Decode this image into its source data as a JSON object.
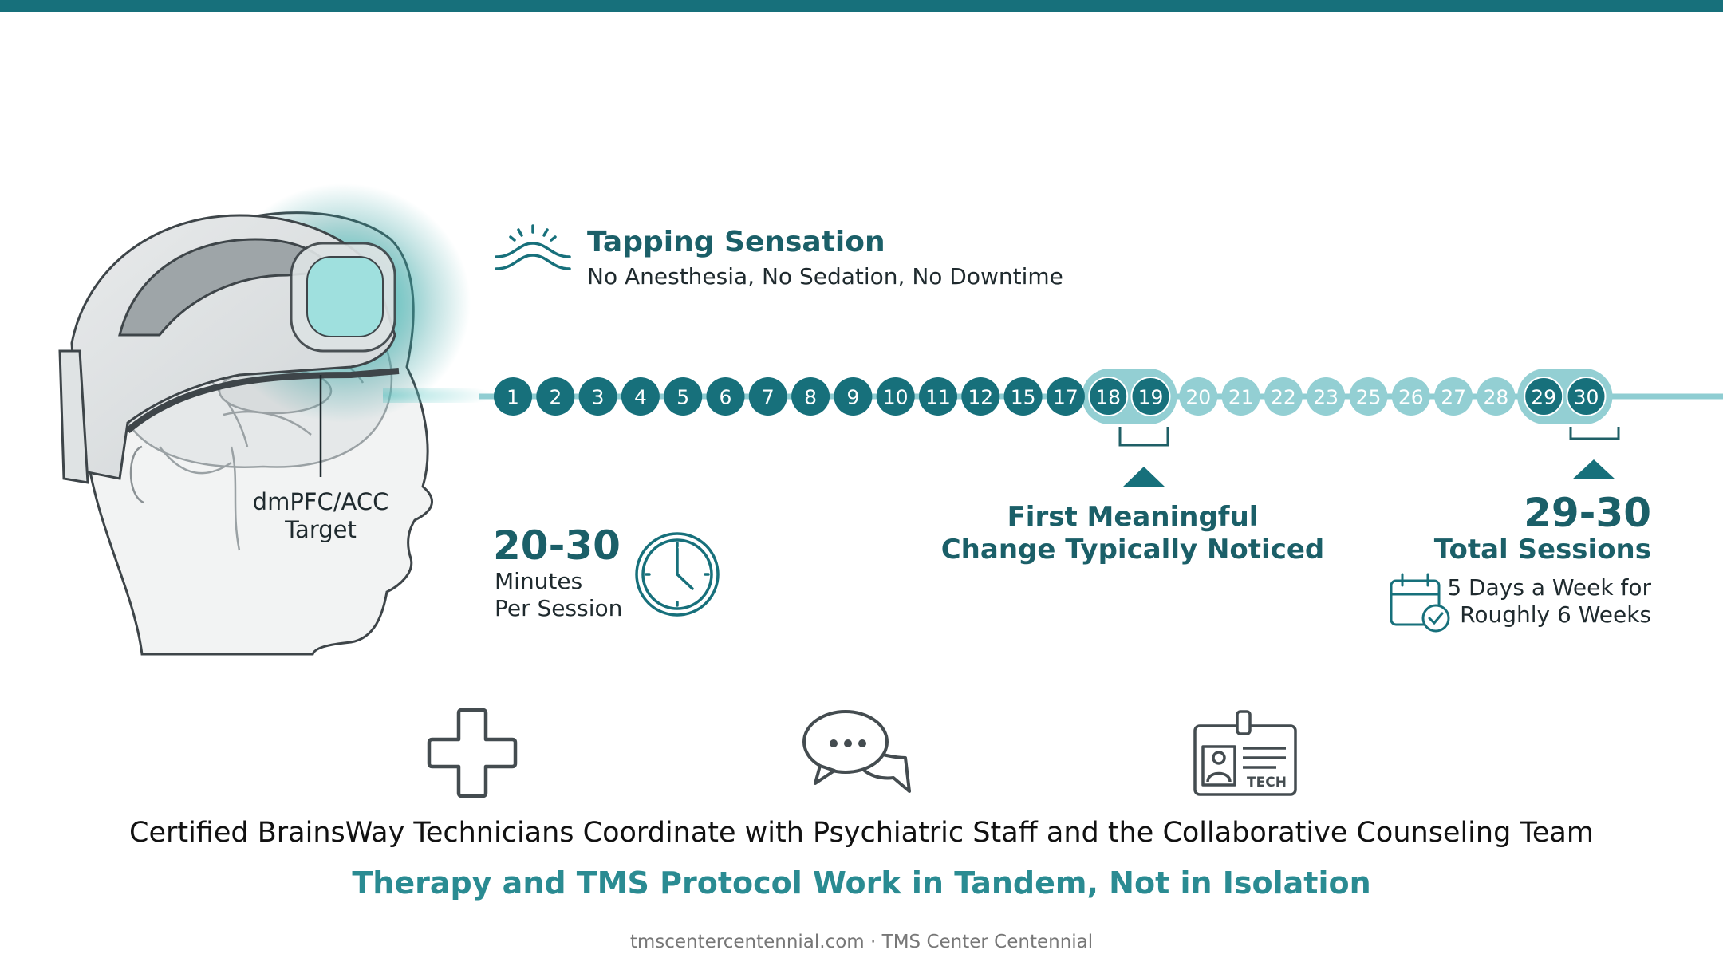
{
  "sensation": {
    "title": "Tapping Sensation",
    "subtitle": "No Anesthesia, No Sedation, No Downtime"
  },
  "target_label": "dmPFC/ACC\nTarget",
  "duration": {
    "value": "20-30",
    "label": "Minutes\nPer Session"
  },
  "sessions": [
    "1",
    "2",
    "3",
    "4",
    "5",
    "6",
    "7",
    "8",
    "9",
    "10",
    "11",
    "12",
    "15",
    "17",
    "18",
    "19",
    "20",
    "21",
    "22",
    "23",
    "25",
    "26",
    "27",
    "28",
    "29",
    "30"
  ],
  "highlight_groups": [
    [
      "18",
      "19"
    ],
    [
      "29",
      "30"
    ]
  ],
  "first_change": {
    "label": "First Meaningful\nChange Typically Noticed"
  },
  "total": {
    "value": "29-30",
    "label": "Total Sessions",
    "schedule": "5 Days a Week for\nRoughly 6 Weeks"
  },
  "badge_text": "TECH",
  "team_text": "Certified BrainsWay Technicians Coordinate with Psychiatric Staff and the Collaborative Counseling Team",
  "tandem_text": "Therapy and TMS Protocol Work in Tandem, Not in Isolation",
  "footer": "tmscentercentennial.com · TMS Center Centennial",
  "colors": {
    "dark_teal": "#17707b",
    "light_teal": "#93cfd3",
    "title_teal": "#1b5f68",
    "accent_teal": "#2a8b92",
    "glow": "#5fd3cf"
  },
  "icons": [
    "tapping-sensation-icon",
    "clock-icon",
    "calendar-check-icon",
    "medical-cross-icon",
    "chat-bubbles-icon",
    "tech-badge-icon"
  ]
}
